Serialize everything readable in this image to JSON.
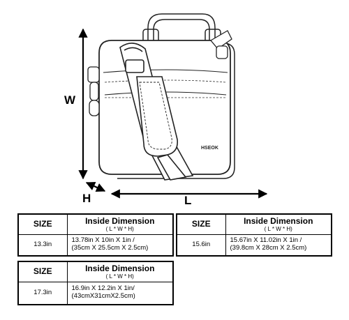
{
  "brand": "HSEOK",
  "labels": {
    "width": "W",
    "height": "H",
    "length": "L"
  },
  "tables": [
    {
      "header_size": "SIZE",
      "header_dimension": "Inside Dimension",
      "header_dimension_sub": "( L * W * H)",
      "size": "13.3in",
      "dimension_line1": "13.78in X 10in X 1in /",
      "dimension_line2": "(35cm X 25.5cm X 2.5cm)"
    },
    {
      "header_size": "SIZE",
      "header_dimension": "Inside Dimension",
      "header_dimension_sub": "( L * W * H)",
      "size": "15.6in",
      "dimension_line1": "15.67in X 11.02in X 1in /",
      "dimension_line2": "(39.8cm X 28cm X 2.5cm)"
    },
    {
      "header_size": "SIZE",
      "header_dimension": "Inside Dimension",
      "header_dimension_sub": "( L * W * H)",
      "size": "17.3in",
      "dimension_line1": "16.9in X 12.2in X 1in/",
      "dimension_line2": "(43cmX31cmX2.5cm)"
    }
  ]
}
